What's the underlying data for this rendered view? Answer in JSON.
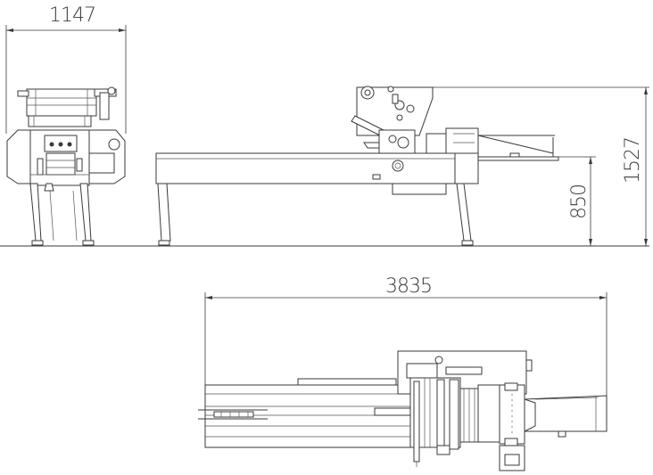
{
  "dimensions": {
    "front_width": "1147",
    "overall_height": "1527",
    "table_height": "850",
    "overall_length": "3835"
  },
  "colors": {
    "line": "#3a3a3a",
    "background": "#ffffff"
  }
}
